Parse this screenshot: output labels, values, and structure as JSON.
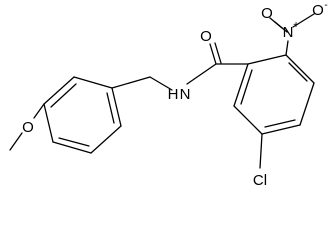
{
  "molecule": {
    "atoms": {
      "o_carbonyl": "O",
      "n_amide": "N",
      "h_amide": "H",
      "n_nitro": "N",
      "n_nitro_charge": "+",
      "o_nitro_top": "O",
      "o_nitro_top_charge": "-",
      "o_nitro_left": "O",
      "o_methoxy": "O",
      "cl": "Cl"
    }
  }
}
